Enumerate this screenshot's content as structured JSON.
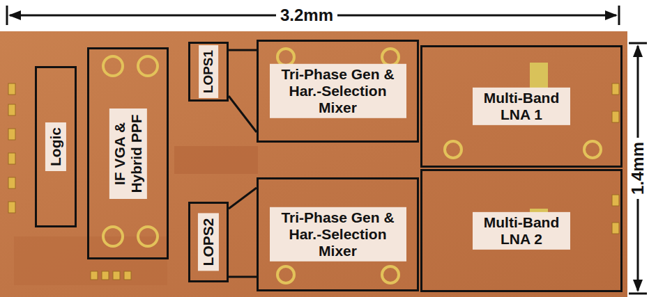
{
  "diagram": {
    "nodes": [
      {
        "text": [
          "Logic"
        ]
      },
      {
        "text": [
          "IF VGA & Hybrid PPF"
        ]
      },
      {
        "text": [
          "LOPS1"
        ]
      },
      {
        "text": [
          "Tri-Phase Gen & Har.-Selection Mixer"
        ]
      },
      {
        "text": [
          "Multi-Band LNA 1"
        ]
      },
      {
        "text": [
          "LOPS2"
        ]
      },
      {
        "text": [
          "Tri-Phase Gen & Har.-Selection Mixer"
        ]
      },
      {
        "text": [
          "Multi-Band LNA 2"
        ]
      }
    ],
    "labels": [
      "3.2mm",
      "1.4mm"
    ]
  }
}
